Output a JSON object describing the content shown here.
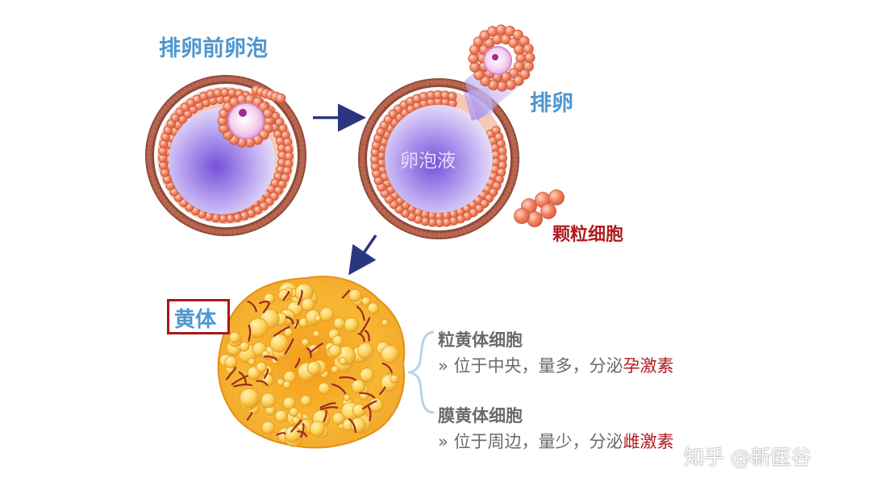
{
  "labels": {
    "pre_ovulatory_follicle": "排卵前卵泡",
    "ovulation": "排卵",
    "follicular_fluid": "卵泡液",
    "granulosa_cells": "颗粒细胞",
    "corpus_luteum": "黄体"
  },
  "descriptions": [
    {
      "heading": "粒黄体细胞",
      "prefix": "» 位于中央，量多，分泌",
      "hormone": "孕激素"
    },
    {
      "heading": "膜黄体细胞",
      "prefix": "» 位于周边，量少，分泌",
      "hormone": "雌激素"
    }
  ],
  "watermark": "知乎 @新医谷",
  "colors": {
    "label_blue": "#4f97cf",
    "label_red": "#b01c20",
    "arrow": "#2c3580",
    "cell_orange": "#f08a6a",
    "follicle_purple": "#9d7fe0",
    "corpus_yellow": "#f7b733"
  }
}
